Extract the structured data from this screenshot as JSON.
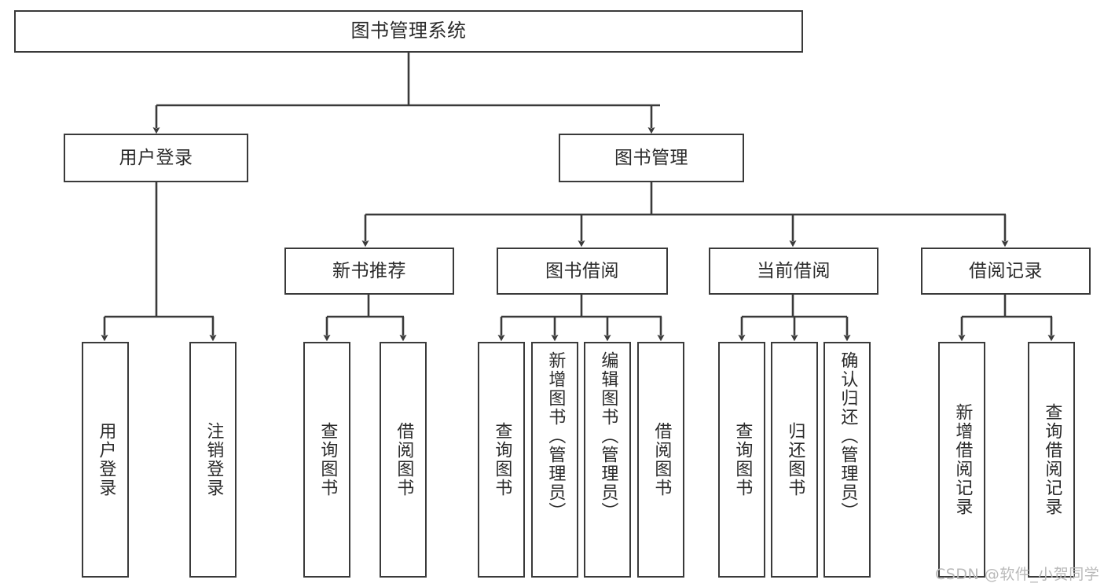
{
  "diagram": {
    "title": "图书管理系统",
    "type": "tree-structure-chart",
    "nodes": {
      "root": {
        "label": "图书管理系统"
      },
      "level2": [
        {
          "id": "user-login",
          "label": "用户登录"
        },
        {
          "id": "book-manage",
          "label": "图书管理"
        }
      ],
      "level3": [
        {
          "id": "new-book-recommend",
          "label": "新书推荐"
        },
        {
          "id": "book-borrow",
          "label": "图书借阅"
        },
        {
          "id": "current-borrow",
          "label": "当前借阅"
        },
        {
          "id": "borrow-record",
          "label": "借阅记录"
        }
      ],
      "leaves": {
        "user_login": [
          {
            "id": "leaf-user-login",
            "label": "用户登录"
          },
          {
            "id": "leaf-logout-login",
            "label": "注销登录"
          }
        ],
        "new_book_recommend": [
          {
            "id": "leaf-query-book-1",
            "label": "查询图书"
          },
          {
            "id": "leaf-borrow-book-1",
            "label": "借阅图书"
          }
        ],
        "book_borrow": [
          {
            "id": "leaf-query-book-2",
            "label": "查询图书"
          },
          {
            "id": "leaf-add-book",
            "label": "新增图书（管理员）"
          },
          {
            "id": "leaf-edit-book",
            "label": "编辑图书（管理员）"
          },
          {
            "id": "leaf-borrow-book-2",
            "label": "借阅图书"
          }
        ],
        "current_borrow": [
          {
            "id": "leaf-query-book-3",
            "label": "查询图书"
          },
          {
            "id": "leaf-return-book",
            "label": "归还图书"
          },
          {
            "id": "leaf-confirm-return",
            "label": "确认归还（管理员）"
          }
        ],
        "borrow_record": [
          {
            "id": "leaf-add-record",
            "label": "新增借阅记录"
          },
          {
            "id": "leaf-query-record",
            "label": "查询借阅记录"
          }
        ]
      }
    }
  },
  "watermark": {
    "text": "CSDN @软件_小贺同学"
  },
  "colors": {
    "stroke": "#3a3a3a",
    "box_fill": "#ffffff",
    "text": "#2b2b2b",
    "watermark": "#b9b9b9",
    "background": "#ffffff"
  }
}
